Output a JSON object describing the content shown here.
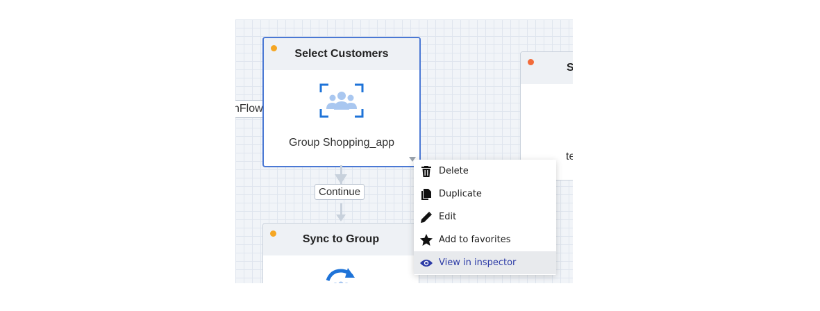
{
  "canvas": {
    "left_node_partial_label": "nFlow",
    "right_node_partial_title": "S",
    "right_node_partial_text": "te"
  },
  "nodes": [
    {
      "title": "Select Customers",
      "subtitle": "Group Shopping_app",
      "icon": "group-icon",
      "status_color": "#f5a623"
    },
    {
      "title": "Sync to Group",
      "icon": "sync-icon",
      "status_color": "#f5a623"
    }
  ],
  "connector_label": "Continue",
  "context_menu": {
    "items": [
      {
        "label": "Delete",
        "icon": "trash-icon"
      },
      {
        "label": "Duplicate",
        "icon": "duplicate-icon"
      },
      {
        "label": "Edit",
        "icon": "pencil-icon"
      },
      {
        "label": "Add to favorites",
        "icon": "star-icon"
      },
      {
        "label": "View in inspector",
        "icon": "eye-icon",
        "highlighted": true
      }
    ]
  },
  "colors": {
    "selected_border": "#4a78d4",
    "icon_blue": "#1e73d8",
    "menu_highlight_text": "#2b3aa6",
    "right_node_dot": "#f26b3a"
  }
}
